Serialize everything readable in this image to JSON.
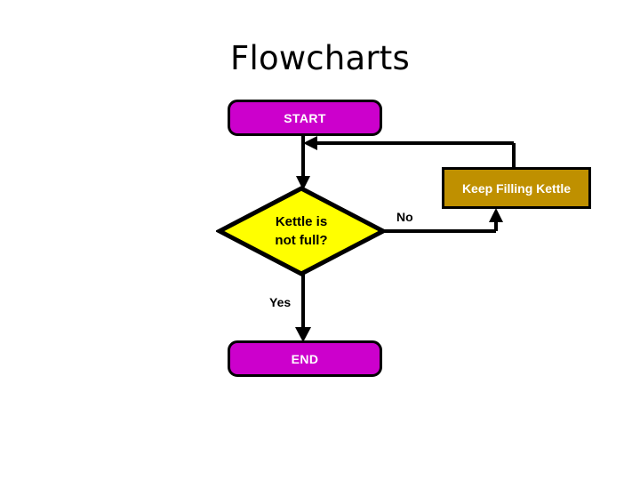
{
  "slide": {
    "title": "Flowcharts",
    "background_color": "#FFFFFF"
  },
  "colors": {
    "terminator_fill": "#CC00CC",
    "process_fill": "#BF9000",
    "decision_fill": "#FFFF00",
    "outline": "#000000",
    "terminator_text": "#FFFFFF",
    "process_text": "#FFFFFF",
    "decision_text": "#000000",
    "label_text": "#000000"
  },
  "flowchart": {
    "nodes": {
      "start": {
        "label": "START",
        "shape": "rounded-rectangle"
      },
      "decision": {
        "label_line1": "Kettle is",
        "label_line2": "not full?",
        "shape": "diamond"
      },
      "process": {
        "label": "Keep Filling Kettle",
        "shape": "rectangle"
      },
      "end": {
        "label": "END",
        "shape": "rounded-rectangle"
      }
    },
    "edge_labels": {
      "no": "No",
      "yes": "Yes"
    }
  }
}
